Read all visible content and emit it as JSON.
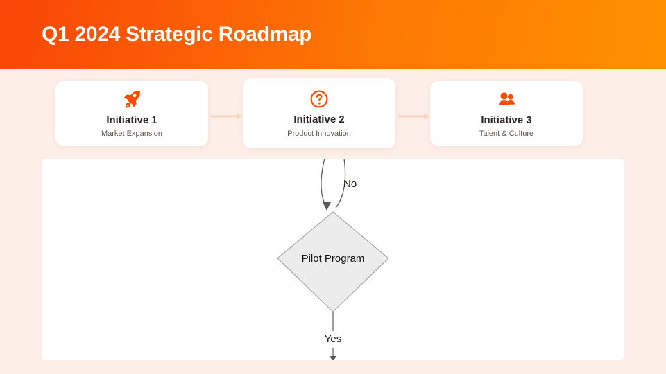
{
  "header": {
    "title": "Q1 2024 Strategic Roadmap",
    "gradient_from": "#fa4606",
    "gradient_to": "#ff9100",
    "text_color": "#ffffff"
  },
  "theme": {
    "background": "#fdeee8",
    "accent": "#ff4d00",
    "card_background": "#ffffff",
    "connector_color": "#fbd1c0",
    "panel_background": "#ffffff",
    "diamond_fill": "#ececec",
    "diamond_stroke": "#9e9e9e",
    "flow_line": "#5a5a5a"
  },
  "cards": [
    {
      "icon": "rocket-icon",
      "title": "Initiative 1",
      "subtitle": "Market Expansion"
    },
    {
      "icon": "question-circle-icon",
      "title": "Initiative 2",
      "subtitle": "Product Innovation"
    },
    {
      "icon": "users-icon",
      "title": "Initiative 3",
      "subtitle": "Talent & Culture"
    }
  ],
  "connectors": [
    {
      "name": "arrow-card1-card2",
      "direction": "right"
    },
    {
      "name": "arrow-card2-card3",
      "direction": "right"
    }
  ],
  "flow": {
    "decision_label": "Pilot Program",
    "branch_no": "No",
    "branch_yes": "Yes"
  }
}
